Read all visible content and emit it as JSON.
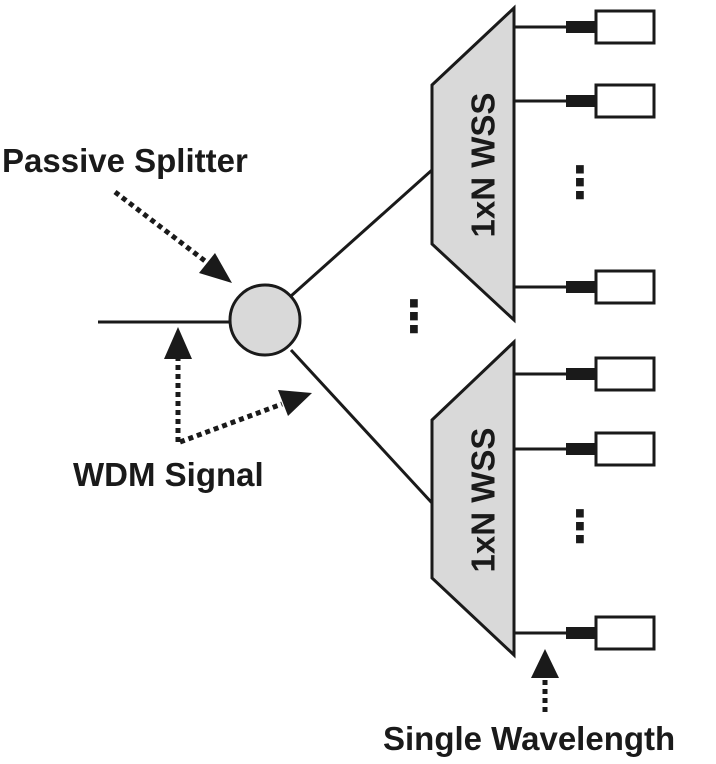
{
  "labels": {
    "splitter": "Passive Splitter",
    "wdm": "WDM Signal",
    "single": "Single Wavelength"
  },
  "wss": {
    "top_label": "1xN WSS",
    "bottom_label": "1xN WSS"
  },
  "ellipsis": {
    "top_ports": "⋮",
    "middle": "⋮",
    "bottom_ports": "⋮"
  },
  "colors": {
    "line": "#1a1a1a",
    "fill": "#d9d9d9",
    "background": "#ffffff"
  }
}
